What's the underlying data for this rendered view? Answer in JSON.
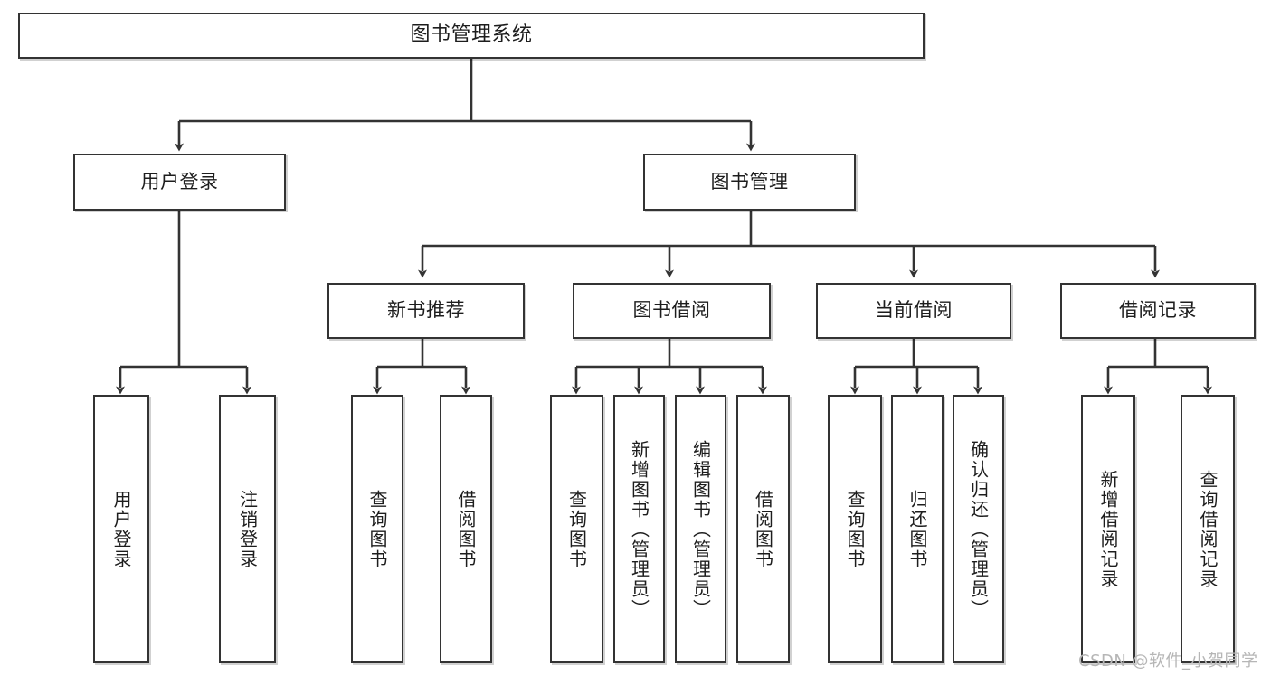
{
  "diagram": {
    "title": "图书管理系统",
    "type": "tree-hierarchy-chart",
    "watermark": "CSDN @软件_小贺同学",
    "colors": {
      "box_border": "#333333",
      "box_fill": "#ffffff",
      "connector": "#333333",
      "text": "#1d1d1d",
      "watermark": "#b6b6b6"
    },
    "nodes": {
      "root": {
        "label": "图书管理系统"
      },
      "level2": [
        {
          "label": "用户登录"
        },
        {
          "label": "图书管理"
        }
      ],
      "level3": [
        {
          "label": "新书推荐"
        },
        {
          "label": "图书借阅"
        },
        {
          "label": "当前借阅"
        },
        {
          "label": "借阅记录"
        }
      ],
      "leaves_user_login": [
        {
          "label": "用户登录"
        },
        {
          "label": "注销登录"
        }
      ],
      "leaves_new_book": [
        {
          "label": "查询图书"
        },
        {
          "label": "借阅图书"
        }
      ],
      "leaves_borrow": [
        {
          "label": "查询图书"
        },
        {
          "label": "新增图书（管理员）"
        },
        {
          "label": "编辑图书（管理员）"
        },
        {
          "label": "借阅图书"
        }
      ],
      "leaves_current": [
        {
          "label": "查询图书"
        },
        {
          "label": "归还图书"
        },
        {
          "label": "确认归还（管理员）"
        }
      ],
      "leaves_record": [
        {
          "label": "新增借阅记录"
        },
        {
          "label": "查询借阅记录"
        }
      ]
    }
  }
}
